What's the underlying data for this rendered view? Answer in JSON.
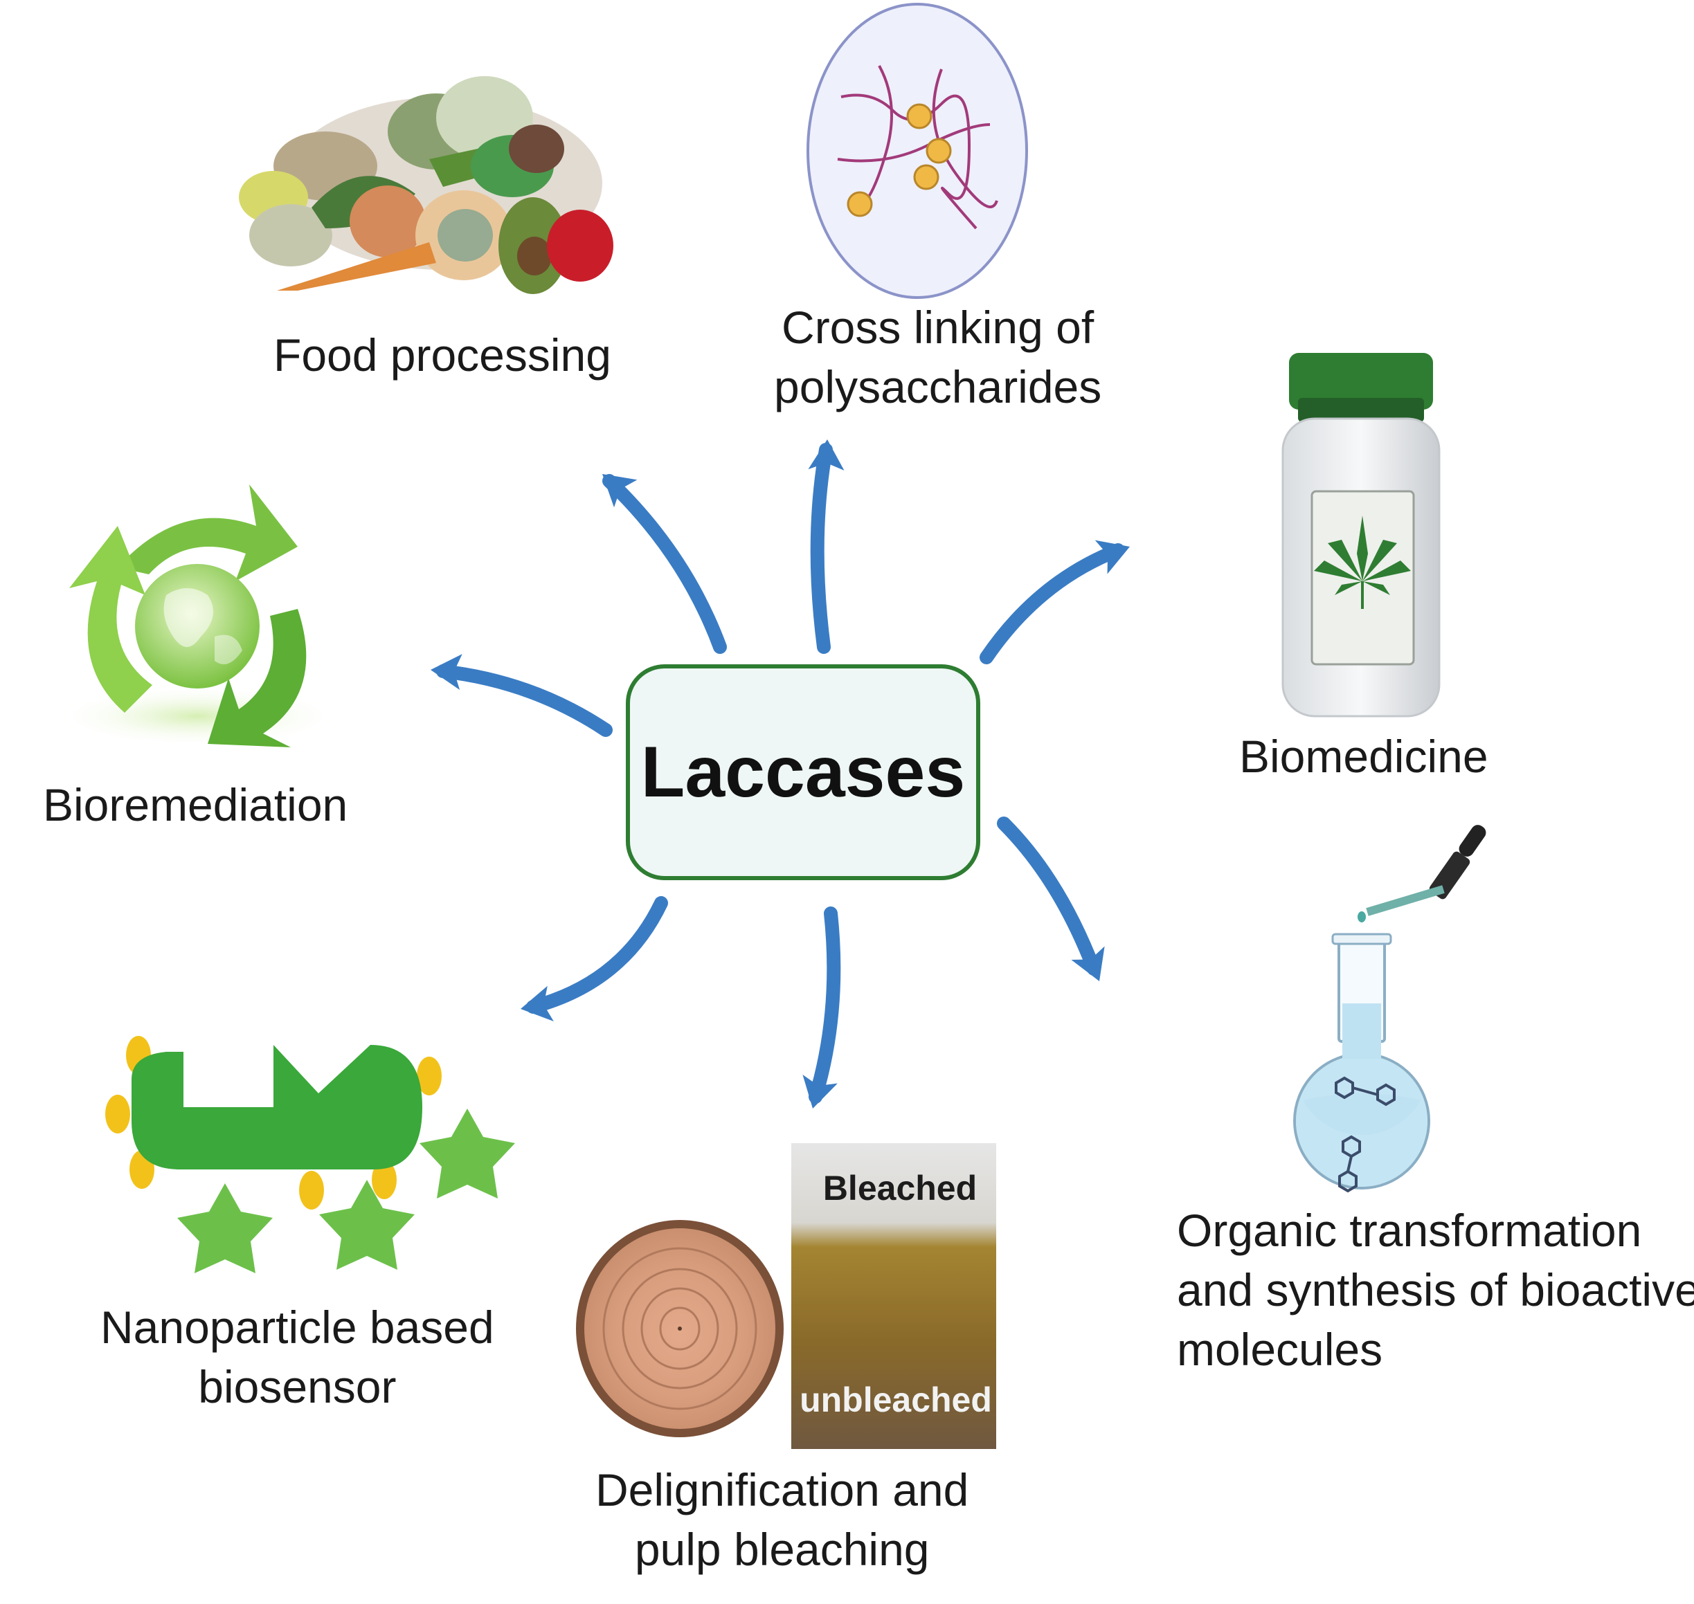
{
  "center": {
    "label": "Laccases"
  },
  "applications": [
    {
      "id": "food",
      "label_lines": [
        "Food processing"
      ],
      "icon": "vegetables-pile-icon"
    },
    {
      "id": "crosslink",
      "label_lines": [
        "Cross linking of",
        "polysaccharides"
      ],
      "icon": "polysaccharide-network-icon"
    },
    {
      "id": "biomedicine",
      "label_lines": [
        "Biomedicine"
      ],
      "icon": "medicine-bottle-cannabis-icon"
    },
    {
      "id": "organic",
      "label_lines": [
        "Organic transformation",
        "and synthesis of bioactive",
        "molecules"
      ],
      "icon": "flask-dropper-icon"
    },
    {
      "id": "delignification",
      "label_lines": [
        "Delignification and",
        "pulp bleaching"
      ],
      "icon": "wood-log-and-pulp-icon"
    },
    {
      "id": "biosensor",
      "label_lines": [
        "Nanoparticle based",
        "biosensor"
      ],
      "icon": "nanoparticle-enzyme-icon"
    },
    {
      "id": "bioremediation",
      "label_lines": [
        "Bioremediation"
      ],
      "icon": "recycle-globe-icon"
    }
  ],
  "pulp_photo": {
    "top_text": "Bleached",
    "bottom_text": "unbleached"
  },
  "colors": {
    "arrow": "#3a7cc4",
    "box_border": "#2e7d32",
    "box_fill": "#eef7f5",
    "green_light": "#8bc34a",
    "green_dark": "#3a9b3a",
    "nanoparticle_gold": "#f2c21b"
  }
}
